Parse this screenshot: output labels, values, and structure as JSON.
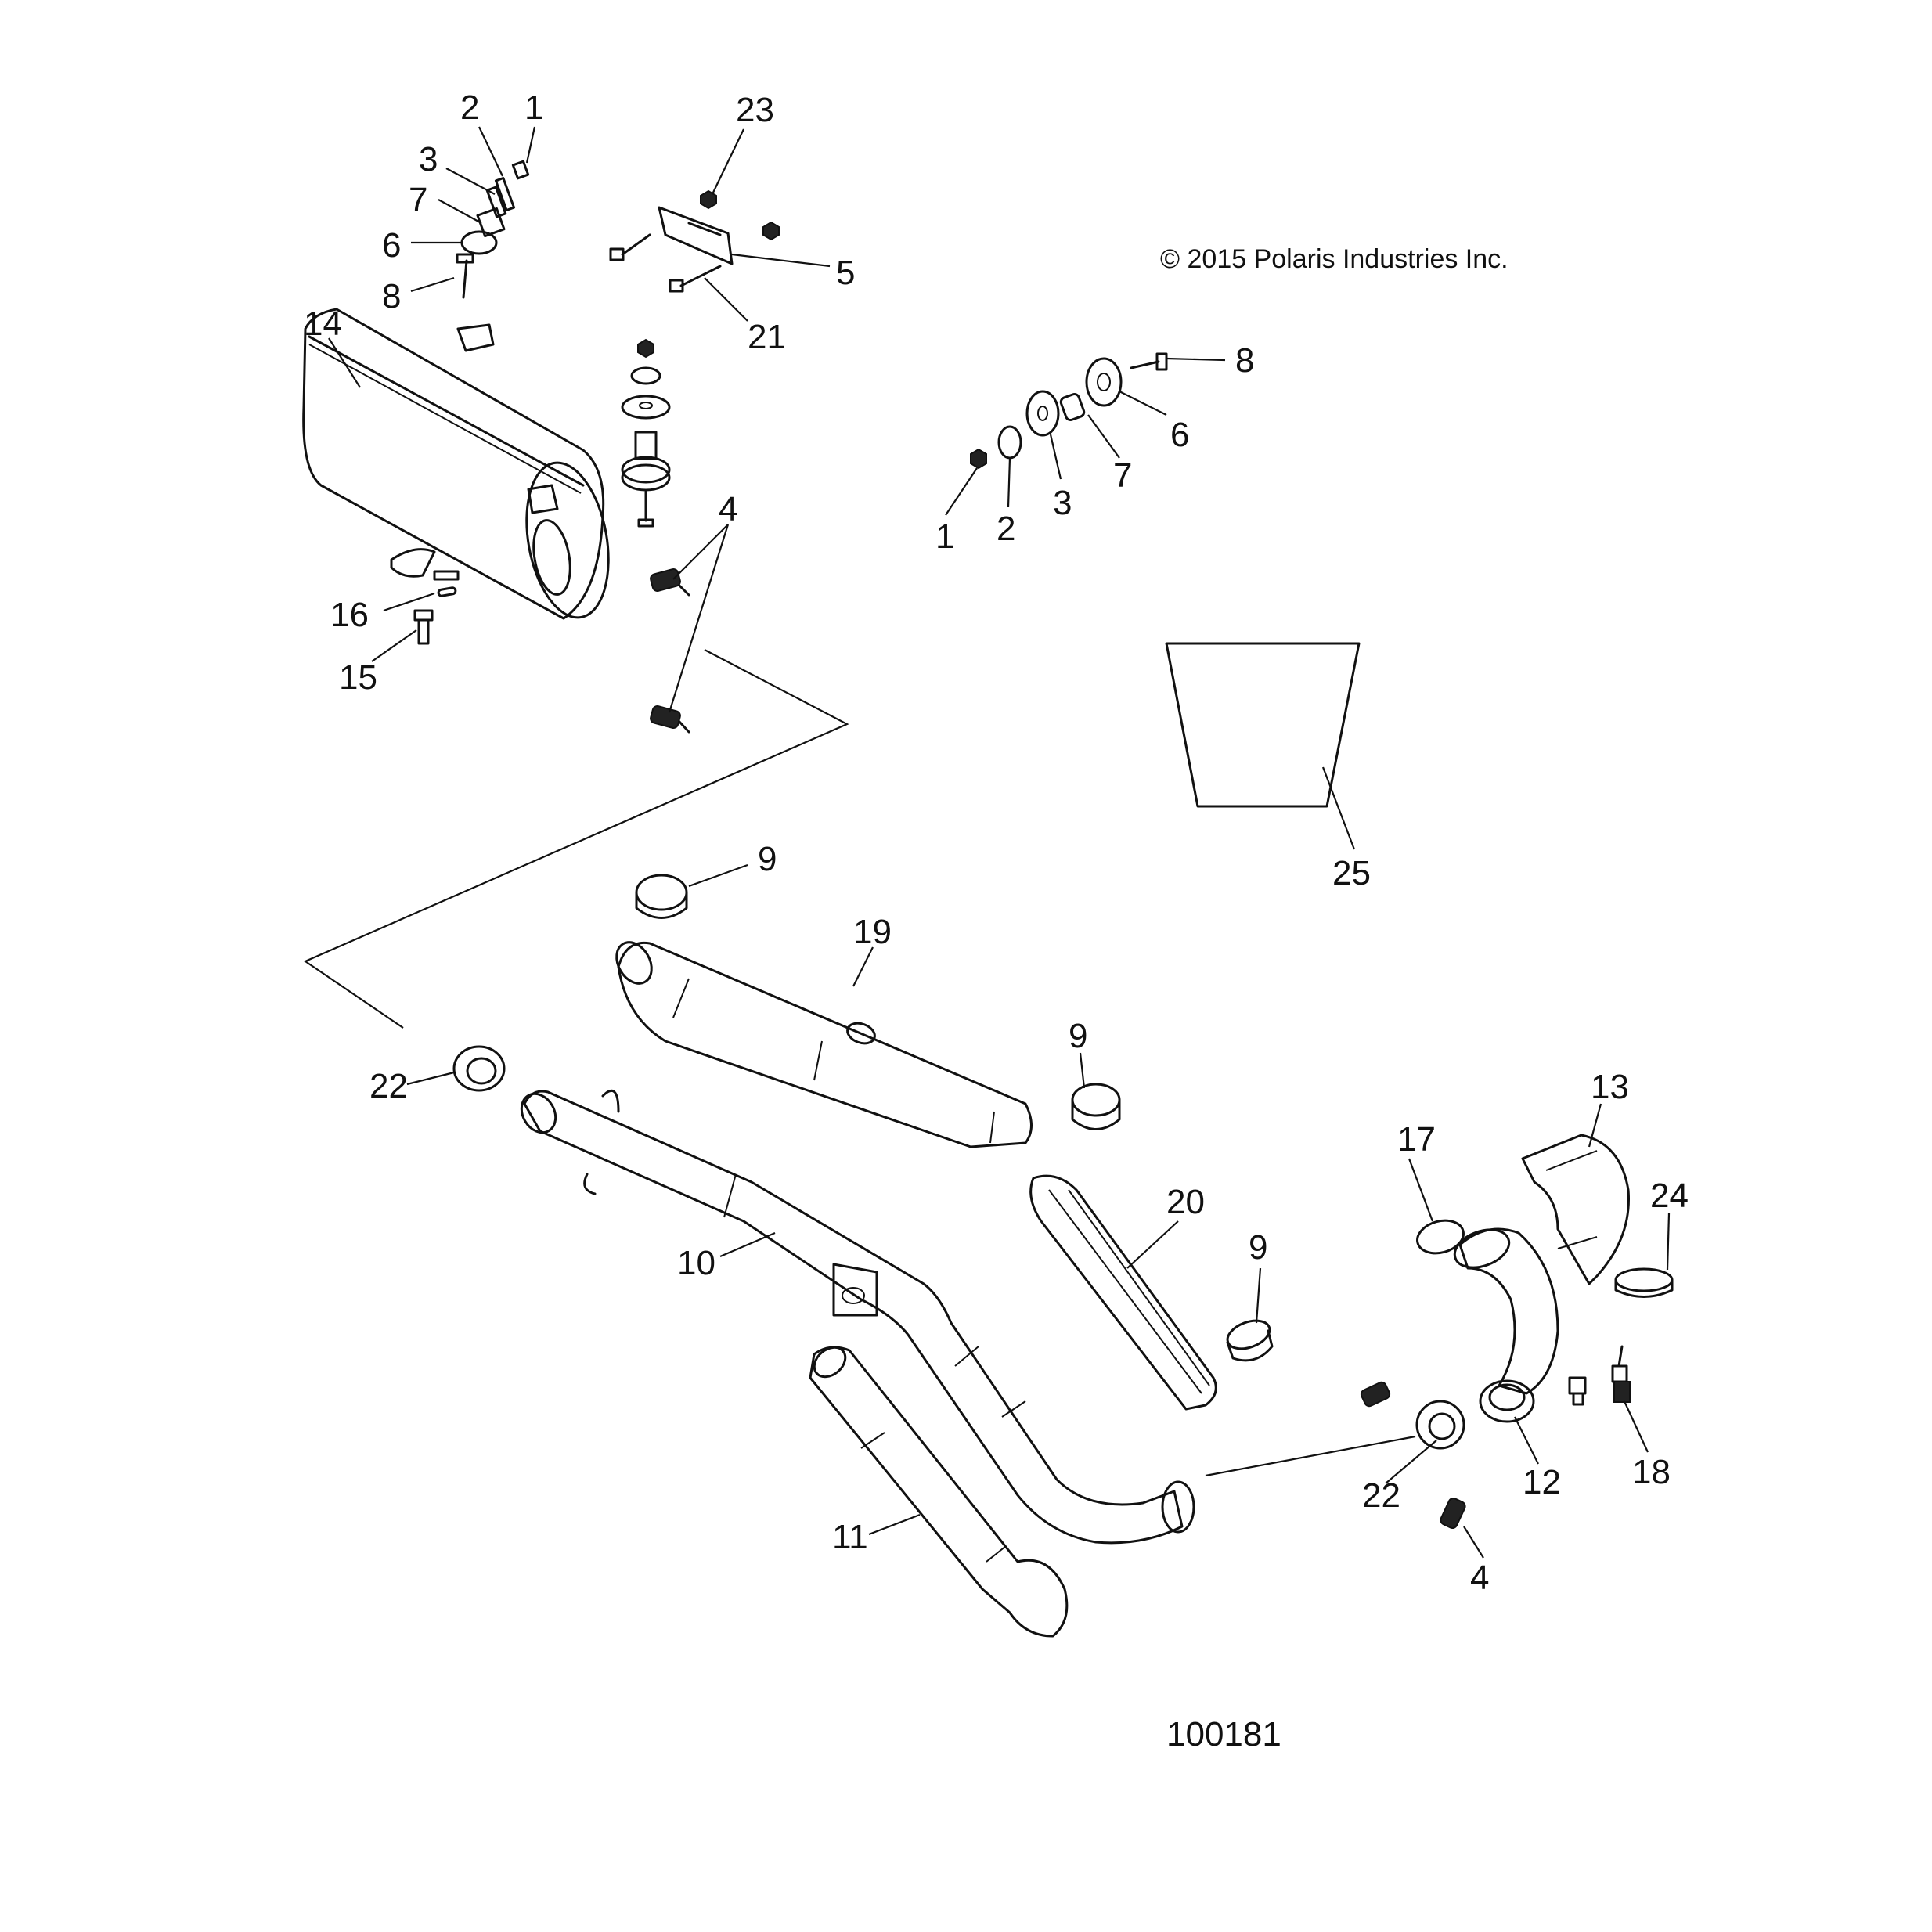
{
  "copyright": "© 2015 Polaris Industries Inc.",
  "figure_number": "100181",
  "callouts": {
    "c1a": "1",
    "c2a": "2",
    "c3a": "3",
    "c7a": "7",
    "c6a": "6",
    "c8a": "8",
    "c23": "23",
    "c5": "5",
    "c21": "21",
    "c14": "14",
    "c4a": "4",
    "c16": "16",
    "c15": "15",
    "c8b": "8",
    "c6b": "6",
    "c7b": "7",
    "c3b": "3",
    "c2b": "2",
    "c1b": "1",
    "c25": "25",
    "c9a": "9",
    "c19": "19",
    "c9b": "9",
    "c22a": "22",
    "c13": "13",
    "c17": "17",
    "c24": "24",
    "c20": "20",
    "c9c": "9",
    "c10": "10",
    "c22b": "22",
    "c12": "12",
    "c18": "18",
    "c11": "11",
    "c4b": "4"
  }
}
